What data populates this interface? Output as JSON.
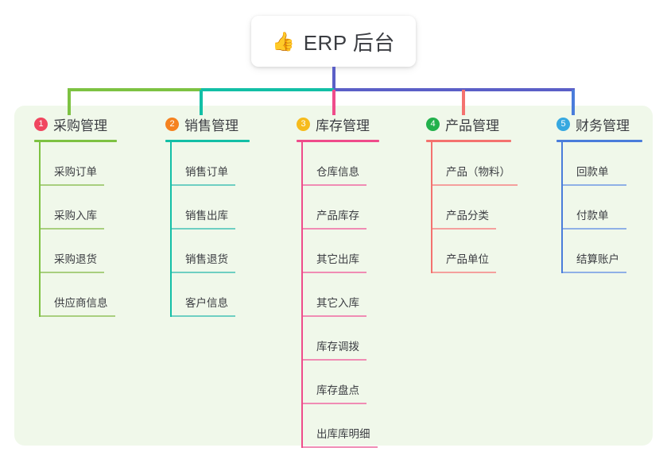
{
  "root": {
    "icon": "thumbs-up-icon",
    "icon_glyph": "👍",
    "title": "ERP 后台"
  },
  "colors": {
    "panel_background": "#f0f8ea",
    "card_background": "#ffffff",
    "text": "#3b3d42",
    "trunk": "#5b5fc7",
    "bus_green": "#7dc242",
    "bus_teal": "#12bfa6",
    "bus_blue": "#5b5fc7"
  },
  "branches": [
    {
      "number": "1",
      "title": "采购管理",
      "badge_color": "#f0465f",
      "line_color": "#7dc242",
      "leaf_color": "#a8cf7e",
      "items": [
        {
          "label": "采购订单",
          "rule_width": 80
        },
        {
          "label": "采购入库",
          "rule_width": 80
        },
        {
          "label": "采购退货",
          "rule_width": 80
        },
        {
          "label": "供应商信息",
          "rule_width": 94
        }
      ]
    },
    {
      "number": "2",
      "title": "销售管理",
      "badge_color": "#f58220",
      "line_color": "#12bfa6",
      "leaf_color": "#6ecfc2",
      "items": [
        {
          "label": "销售订单",
          "rule_width": 80
        },
        {
          "label": "销售出库",
          "rule_width": 80
        },
        {
          "label": "销售退货",
          "rule_width": 80
        },
        {
          "label": "客户信息",
          "rule_width": 80
        }
      ]
    },
    {
      "number": "3",
      "title": "库存管理",
      "badge_color": "#f6bb1c",
      "line_color": "#ef4c8b",
      "leaf_color": "#f08cb4",
      "items": [
        {
          "label": "仓库信息",
          "rule_width": 80
        },
        {
          "label": "产品库存",
          "rule_width": 80
        },
        {
          "label": "其它出库",
          "rule_width": 80
        },
        {
          "label": "其它入库",
          "rule_width": 80
        },
        {
          "label": "库存调拨",
          "rule_width": 80
        },
        {
          "label": "库存盘点",
          "rule_width": 80
        },
        {
          "label": "出库库明细",
          "rule_width": 94
        }
      ]
    },
    {
      "number": "4",
      "title": "产品管理",
      "badge_color": "#22b14c",
      "line_color": "#f4726f",
      "leaf_color": "#f5a09d",
      "items": [
        {
          "label": "产品（物料）",
          "rule_width": 107
        },
        {
          "label": "产品分类",
          "rule_width": 80
        },
        {
          "label": "产品单位",
          "rule_width": 80
        }
      ]
    },
    {
      "number": "5",
      "title": "财务管理",
      "badge_color": "#36a8e0",
      "line_color": "#4a7ddb",
      "leaf_color": "#8fb0e6",
      "items": [
        {
          "label": "回款单",
          "rule_width": 80
        },
        {
          "label": "付款单",
          "rule_width": 80
        },
        {
          "label": "结算账户",
          "rule_width": 80
        }
      ]
    }
  ]
}
